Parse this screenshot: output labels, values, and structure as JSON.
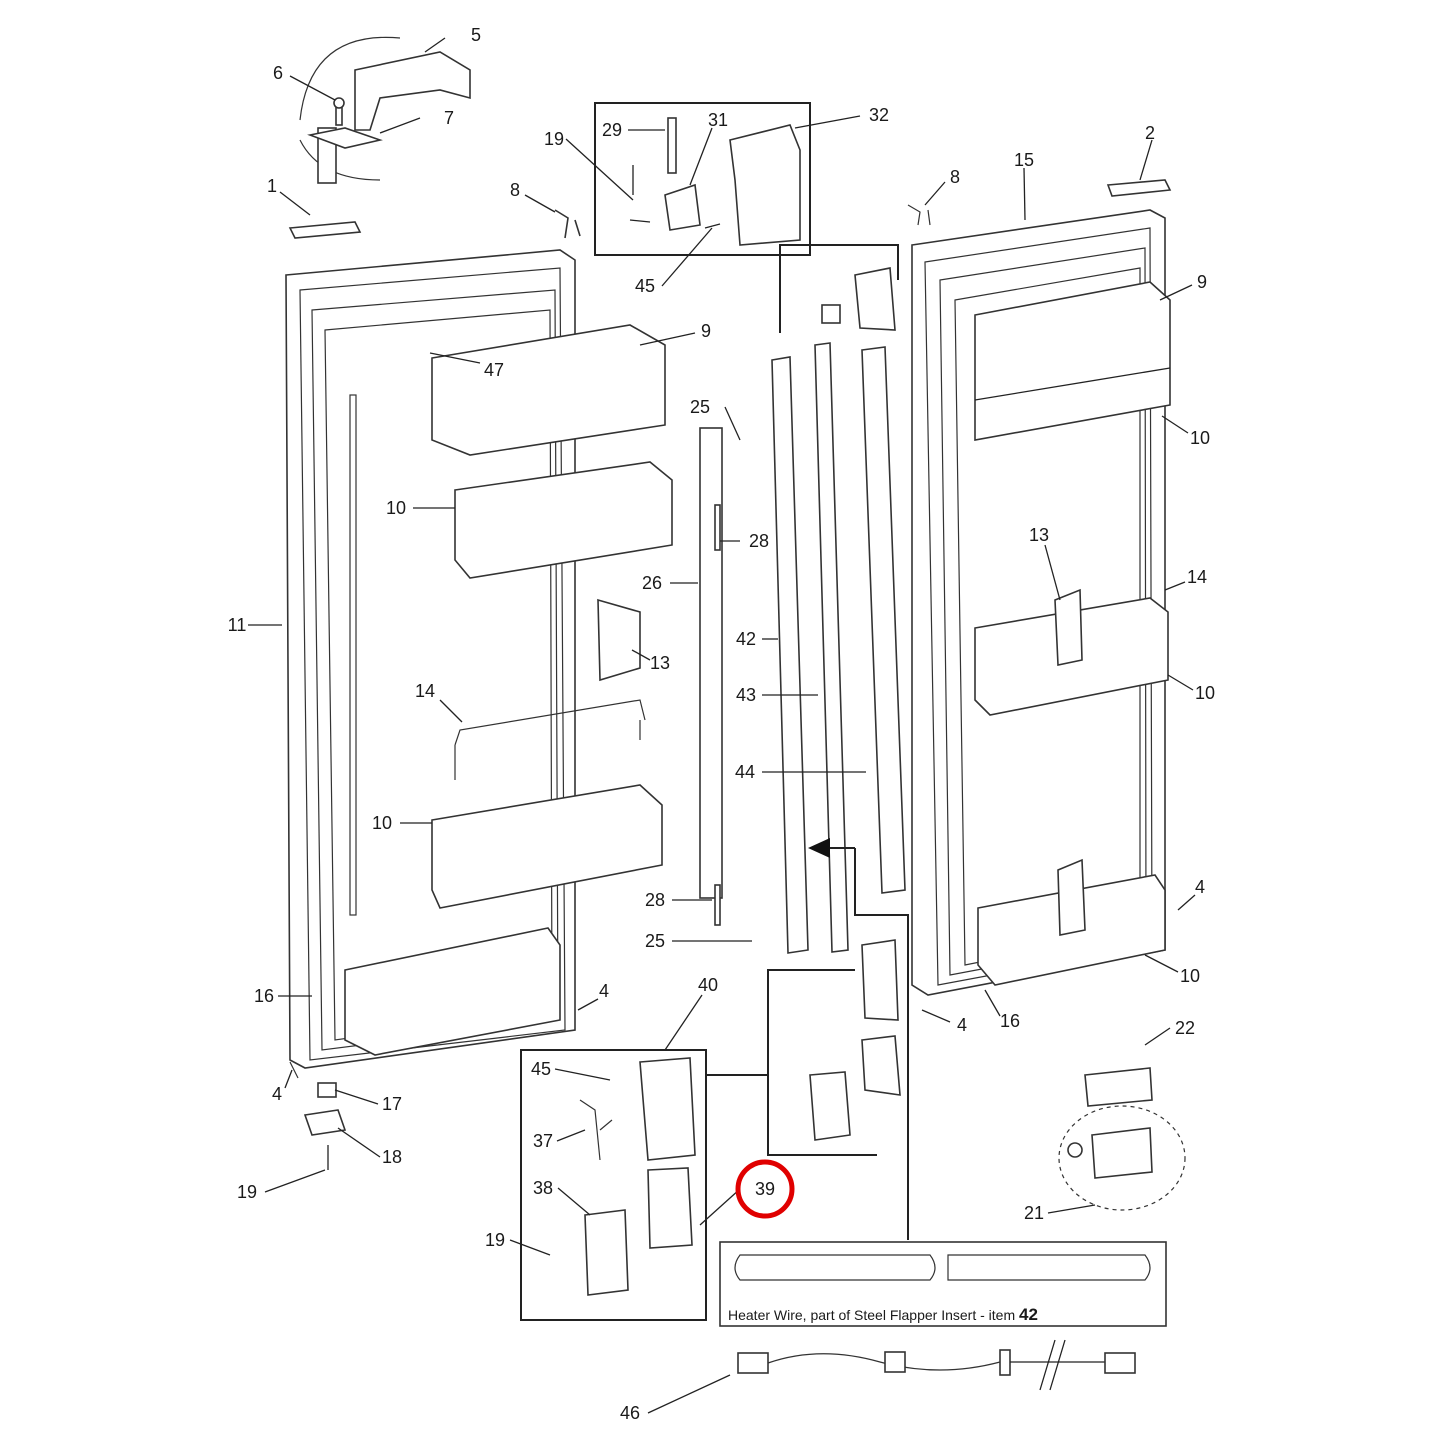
{
  "diagram": {
    "highlight_color": "#e00000",
    "highlighted_part": "39",
    "heater_caption": {
      "text": "Heater Wire, part of Steel Flapper Insert - item ",
      "item": "42"
    },
    "callouts": [
      {
        "id": "c5",
        "label": "5"
      },
      {
        "id": "c6",
        "label": "6"
      },
      {
        "id": "c7",
        "label": "7"
      },
      {
        "id": "c1",
        "label": "1"
      },
      {
        "id": "c8a",
        "label": "8"
      },
      {
        "id": "c29",
        "label": "29"
      },
      {
        "id": "c31",
        "label": "31"
      },
      {
        "id": "c32",
        "label": "32"
      },
      {
        "id": "c19a",
        "label": "19"
      },
      {
        "id": "c45a",
        "label": "45"
      },
      {
        "id": "c2",
        "label": "2"
      },
      {
        "id": "c15",
        "label": "15"
      },
      {
        "id": "c8b",
        "label": "8"
      },
      {
        "id": "c9a",
        "label": "9"
      },
      {
        "id": "c47",
        "label": "47"
      },
      {
        "id": "c25a",
        "label": "25"
      },
      {
        "id": "c9b",
        "label": "9"
      },
      {
        "id": "c10a",
        "label": "10"
      },
      {
        "id": "c10b",
        "label": "10"
      },
      {
        "id": "c28a",
        "label": "28"
      },
      {
        "id": "c26",
        "label": "26"
      },
      {
        "id": "c11",
        "label": "11"
      },
      {
        "id": "c13a",
        "label": "13"
      },
      {
        "id": "c42",
        "label": "42"
      },
      {
        "id": "c13b",
        "label": "13"
      },
      {
        "id": "c14a",
        "label": "14"
      },
      {
        "id": "c14b",
        "label": "14"
      },
      {
        "id": "c43",
        "label": "43"
      },
      {
        "id": "c10c",
        "label": "10"
      },
      {
        "id": "c44",
        "label": "44"
      },
      {
        "id": "c10d",
        "label": "10"
      },
      {
        "id": "c28b",
        "label": "28"
      },
      {
        "id": "c4a",
        "label": "4"
      },
      {
        "id": "c25b",
        "label": "25"
      },
      {
        "id": "c10e",
        "label": "10"
      },
      {
        "id": "c16a",
        "label": "16"
      },
      {
        "id": "c4b",
        "label": "4"
      },
      {
        "id": "c40",
        "label": "40"
      },
      {
        "id": "c4c",
        "label": "4"
      },
      {
        "id": "c16b",
        "label": "16"
      },
      {
        "id": "c22",
        "label": "22"
      },
      {
        "id": "c45b",
        "label": "45"
      },
      {
        "id": "c4d",
        "label": "4"
      },
      {
        "id": "c17",
        "label": "17"
      },
      {
        "id": "c37",
        "label": "37"
      },
      {
        "id": "c18",
        "label": "18"
      },
      {
        "id": "c39",
        "label": "39"
      },
      {
        "id": "c38",
        "label": "38"
      },
      {
        "id": "c19b",
        "label": "19"
      },
      {
        "id": "c21",
        "label": "21"
      },
      {
        "id": "c19c",
        "label": "19"
      },
      {
        "id": "c46",
        "label": "46"
      }
    ]
  }
}
